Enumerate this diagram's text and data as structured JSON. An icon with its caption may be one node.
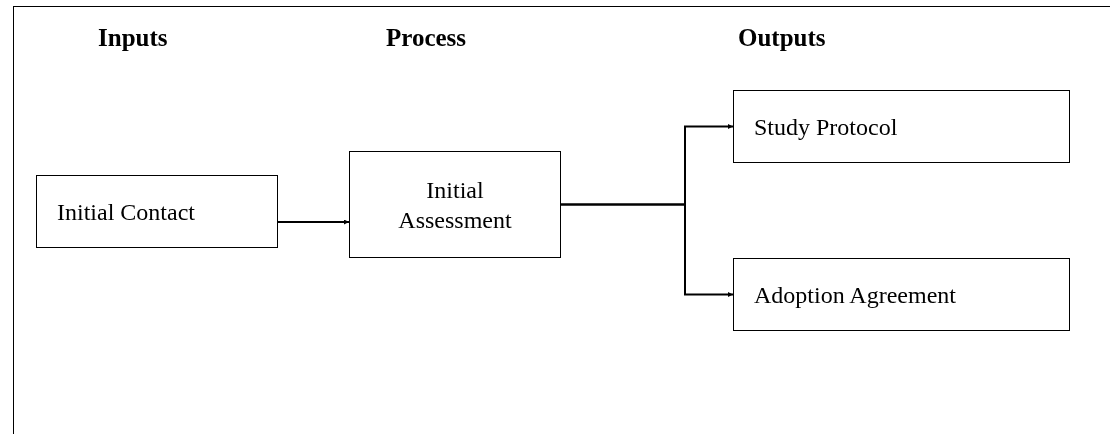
{
  "diagram": {
    "nodes": [
      {
        "text": [
          "Initial Contact"
        ]
      },
      {
        "text": [
          "Initial Assessment"
        ]
      },
      {
        "text": [
          "Study Protocol"
        ]
      },
      {
        "text": [
          "Adoption Agreement"
        ]
      }
    ],
    "edges": [
      {
        "from": 0,
        "to": 1,
        "arrow": "to"
      },
      {
        "from": 1,
        "to": 2,
        "arrow": "to"
      },
      {
        "from": 1,
        "to": 3,
        "arrow": "to"
      }
    ],
    "labels": [
      "Inputs",
      "Process",
      "Outputs"
    ]
  }
}
